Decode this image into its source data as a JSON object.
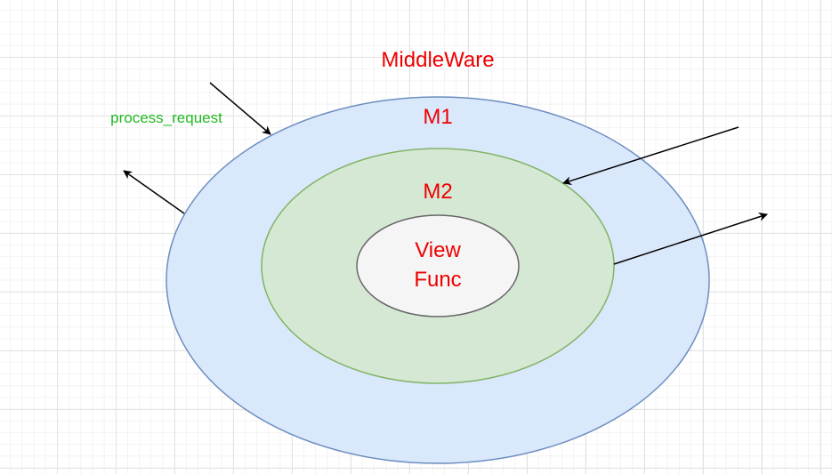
{
  "diagram": {
    "title": "MiddleWare",
    "outer_label": "M1",
    "middle_label": "M2",
    "inner_label_line1": "View",
    "inner_label_line2": "Func",
    "arrow_label": "process_request"
  },
  "colors": {
    "label_red": "#ee0000",
    "label_green": "#22bb22",
    "outer_fill": "#dae8fc",
    "outer_stroke": "#6c8ebf",
    "middle_fill": "#d5e8d4",
    "middle_stroke": "#82b366",
    "inner_fill": "#f5f5f5",
    "inner_stroke": "#666666",
    "arrow": "#000000"
  }
}
